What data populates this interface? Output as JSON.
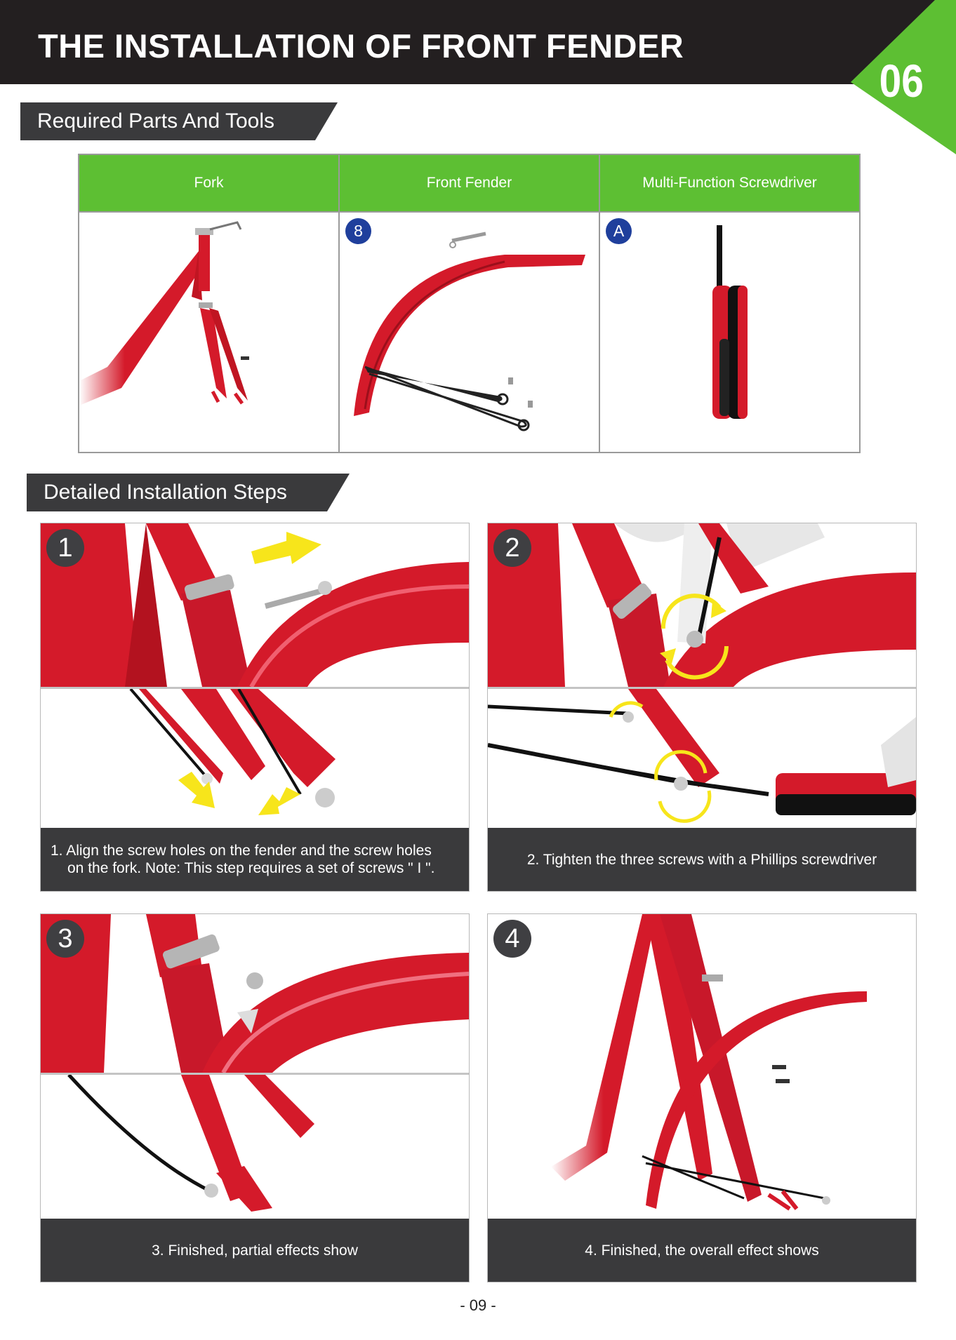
{
  "header": {
    "title": "THE INSTALLATION OF FRONT FENDER",
    "chapter_number": "06"
  },
  "sections": {
    "parts_title": "Required Parts And Tools",
    "steps_title": "Detailed Installation Steps"
  },
  "parts": [
    {
      "name": "Fork",
      "badge": ""
    },
    {
      "name": "Front Fender",
      "badge": "8"
    },
    {
      "name": "Multi-Function  Screwdriver",
      "badge": "A"
    }
  ],
  "steps": [
    {
      "number": "1",
      "caption_line1": "1. Align the screw holes on the fender and the screw holes",
      "caption_line2": "on the fork. Note: This step requires a set of screws \" I \"."
    },
    {
      "number": "2",
      "caption": "2. Tighten the three screws with a Phillips screwdriver"
    },
    {
      "number": "3",
      "caption": "3. Finished, partial effects show"
    },
    {
      "number": "4",
      "caption": "4. Finished, the overall effect shows"
    }
  ],
  "page_number": "- 09 -",
  "colors": {
    "header_bg": "#231f20",
    "accent_green": "#5dbf33",
    "frame_red": "#d41a2a",
    "caption_bg": "#3a3a3c",
    "arrow_yellow": "#f7e51b",
    "badge_blue": "#1f3f9c"
  }
}
